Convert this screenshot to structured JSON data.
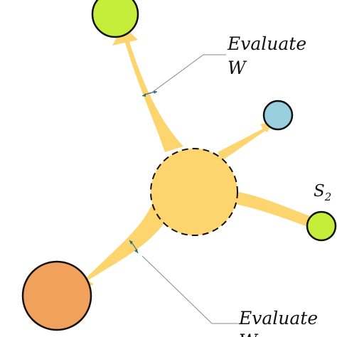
{
  "labels": {
    "evaluate_top": "Evaluate",
    "w_top": "W",
    "s2_main": "S",
    "s2_sub": "2",
    "evaluate_bottom": "Evaluate",
    "w_bottom": "W"
  },
  "colors": {
    "flow": "#FDD56E",
    "hub": "#FDD56E",
    "node_top": "#C4EE3A",
    "node_right_blue": "#9ACFDF",
    "node_right_green": "#C4EE3A",
    "node_bottom_left": "#F2A15C",
    "outline": "#111111",
    "leader_line": "#888888",
    "marker": "#2F6B83"
  },
  "icons": {
    "measure_marker": "double-headed-arc-arrow-icon"
  }
}
